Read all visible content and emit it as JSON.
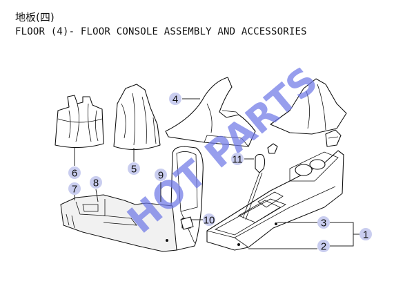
{
  "title_cn": "地板(四)",
  "title_en": "FLOOR (4)- FLOOR CONSOLE ASSEMBLY AND ACCESSORIES",
  "watermark": "HOT PARTS",
  "callouts": [
    "1",
    "2",
    "3",
    "4",
    "5",
    "6",
    "7",
    "8",
    "9",
    "10",
    "11"
  ],
  "colors": {
    "callout_fill": "#c9cdef",
    "watermark": "#6f79e6"
  }
}
